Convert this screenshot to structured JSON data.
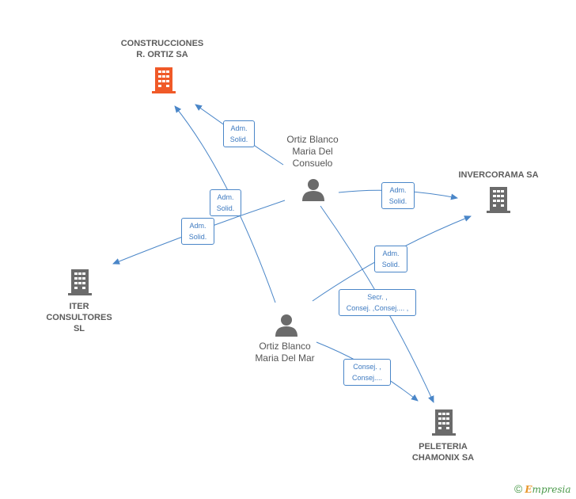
{
  "colors": {
    "edge": "#4a86c8",
    "company_main": "#f05a28",
    "company": "#6b6b6b",
    "person": "#6b6b6b"
  },
  "nodes": {
    "construcciones": {
      "label": "CONSTRUCCIONES\nR. ORTIZ SA",
      "icon": "building-icon"
    },
    "invercorama": {
      "label": "INVERCORAMA SA",
      "icon": "building-icon"
    },
    "iter": {
      "label": "ITER\nCONSULTORES\nSL",
      "icon": "building-icon"
    },
    "peleteria": {
      "label": "PELETERIA\nCHAMONIX SA",
      "icon": "building-icon"
    },
    "consuelo": {
      "label": "Ortiz Blanco\nMaria Del\nConsuelo",
      "icon": "person-icon"
    },
    "mar": {
      "label": "Ortiz Blanco\nMaria Del Mar",
      "icon": "person-icon"
    }
  },
  "edges": {
    "consuelo_construcciones": "Adm.\nSolid.",
    "mar_construcciones": "Adm.\nSolid.",
    "consuelo_iter": "Adm.\nSolid.",
    "consuelo_invercorama": "Adm.\nSolid.",
    "mar_invercorama": "Adm.\nSolid.",
    "consuelo_peleteria": "Secr. ,\nConsej. ,Consej.... ,",
    "mar_peleteria": "Consej. ,\nConsej...."
  },
  "footer": {
    "copyright": "©",
    "brand_e": "E",
    "brand_rest": "mpresia"
  }
}
